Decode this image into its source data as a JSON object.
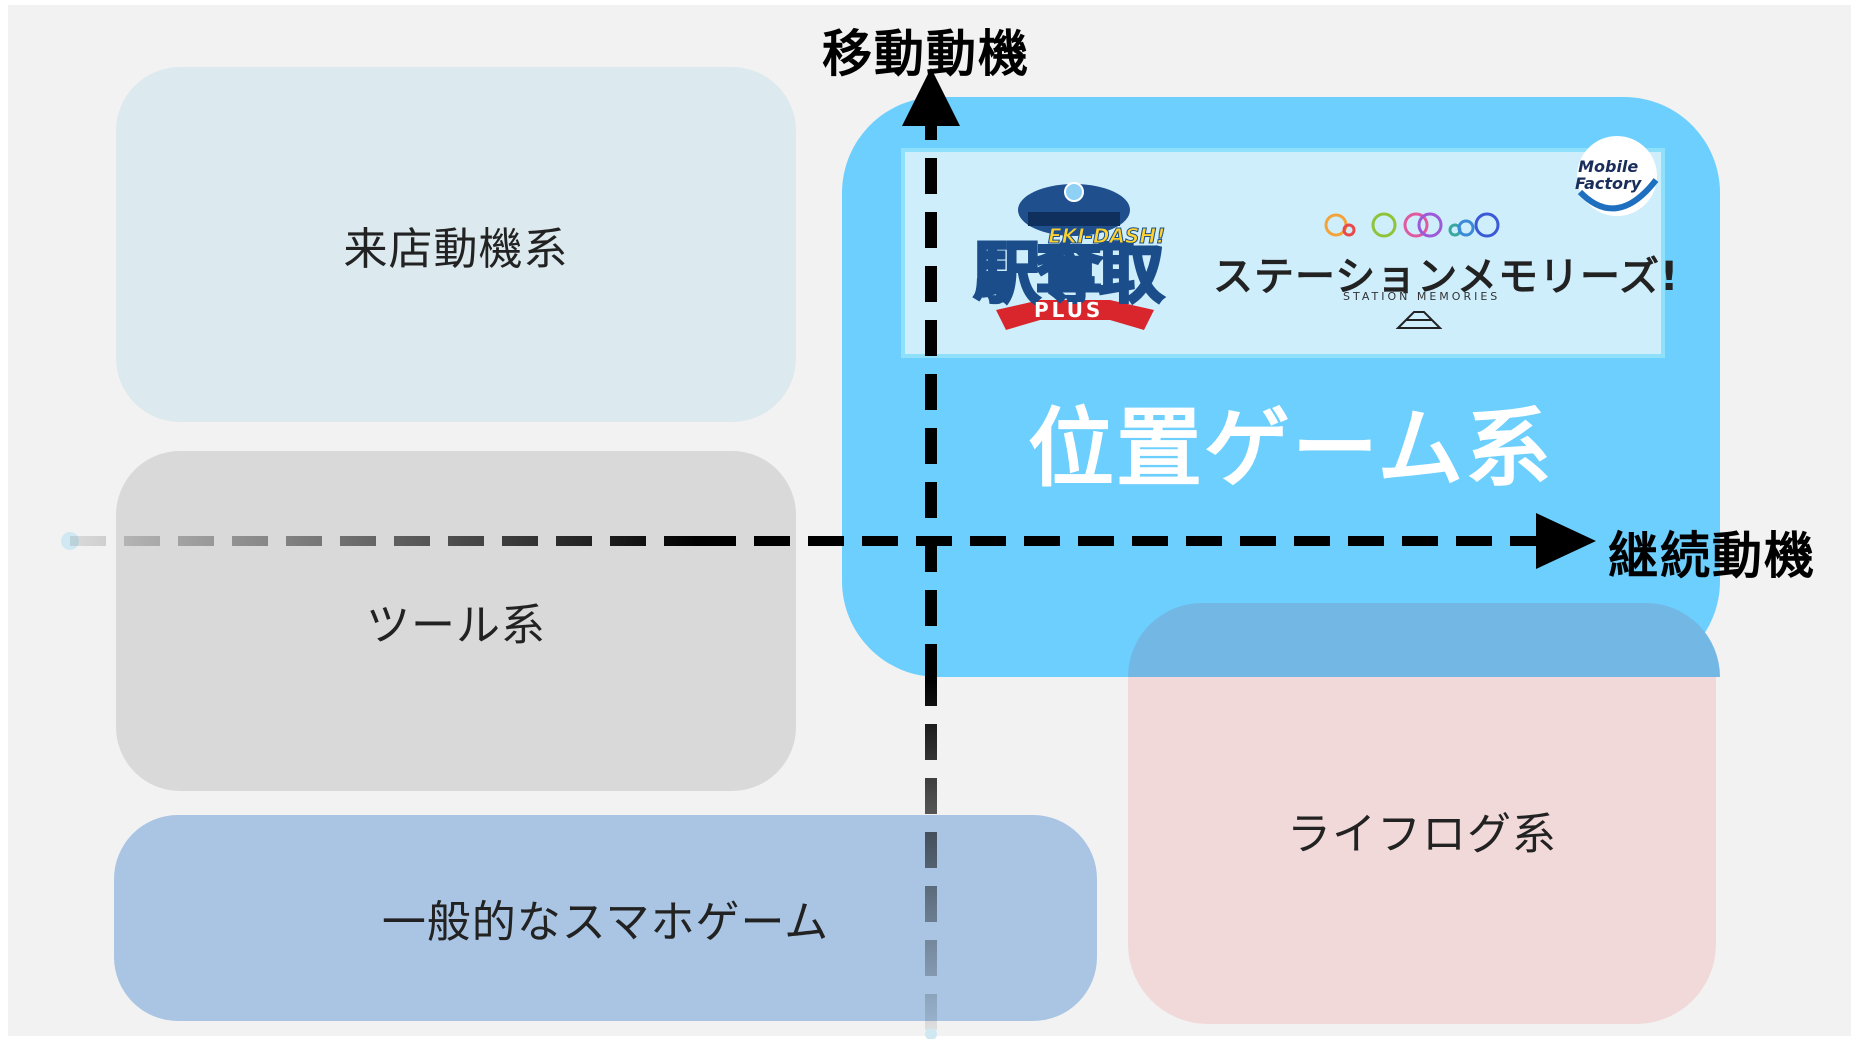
{
  "axes": {
    "y_label": "移動動機",
    "x_label": "継続動機"
  },
  "categories": {
    "raiten": "来店動機系",
    "tool": "ツール系",
    "general_game": "一般的なスマホゲーム",
    "lifelog": "ライフログ系",
    "location_game": "位置ゲーム系"
  },
  "brands": {
    "eki_dash_main": "駅奪取",
    "eki_dash_tag": "EKI-DASH!",
    "eki_dash_plus": "PLUS",
    "station_memories": "ステーションメモリーズ!",
    "station_memories_sub": "STATION MEMORIES",
    "company": "Mobile Factory"
  },
  "colors": {
    "location_game": "#67cdfe",
    "general_game": "#a9c5e3",
    "lifelog": "#f1d9da",
    "tool": "#d9d9d9",
    "raiten": "#dce9ee"
  }
}
